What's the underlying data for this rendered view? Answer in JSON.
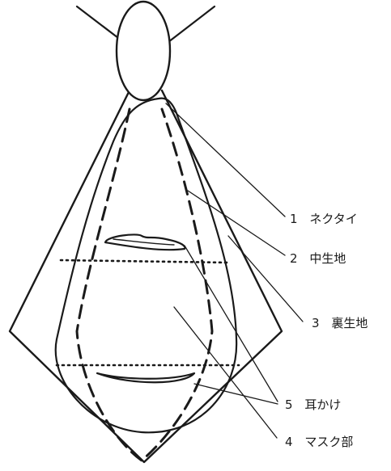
{
  "diagram": {
    "labels": {
      "necktie": {
        "number": "1",
        "text": "ネクタイ"
      },
      "middle_fabric": {
        "number": "2",
        "text": "中生地"
      },
      "back_fabric": {
        "number": "3",
        "text": "裏生地"
      },
      "ear_loop": {
        "number": "5",
        "text": "耳かけ"
      },
      "mask_part": {
        "number": "4",
        "text": "マスク部"
      }
    },
    "colors": {
      "ink": "#1a1a1a",
      "background": "#ffffff"
    }
  }
}
